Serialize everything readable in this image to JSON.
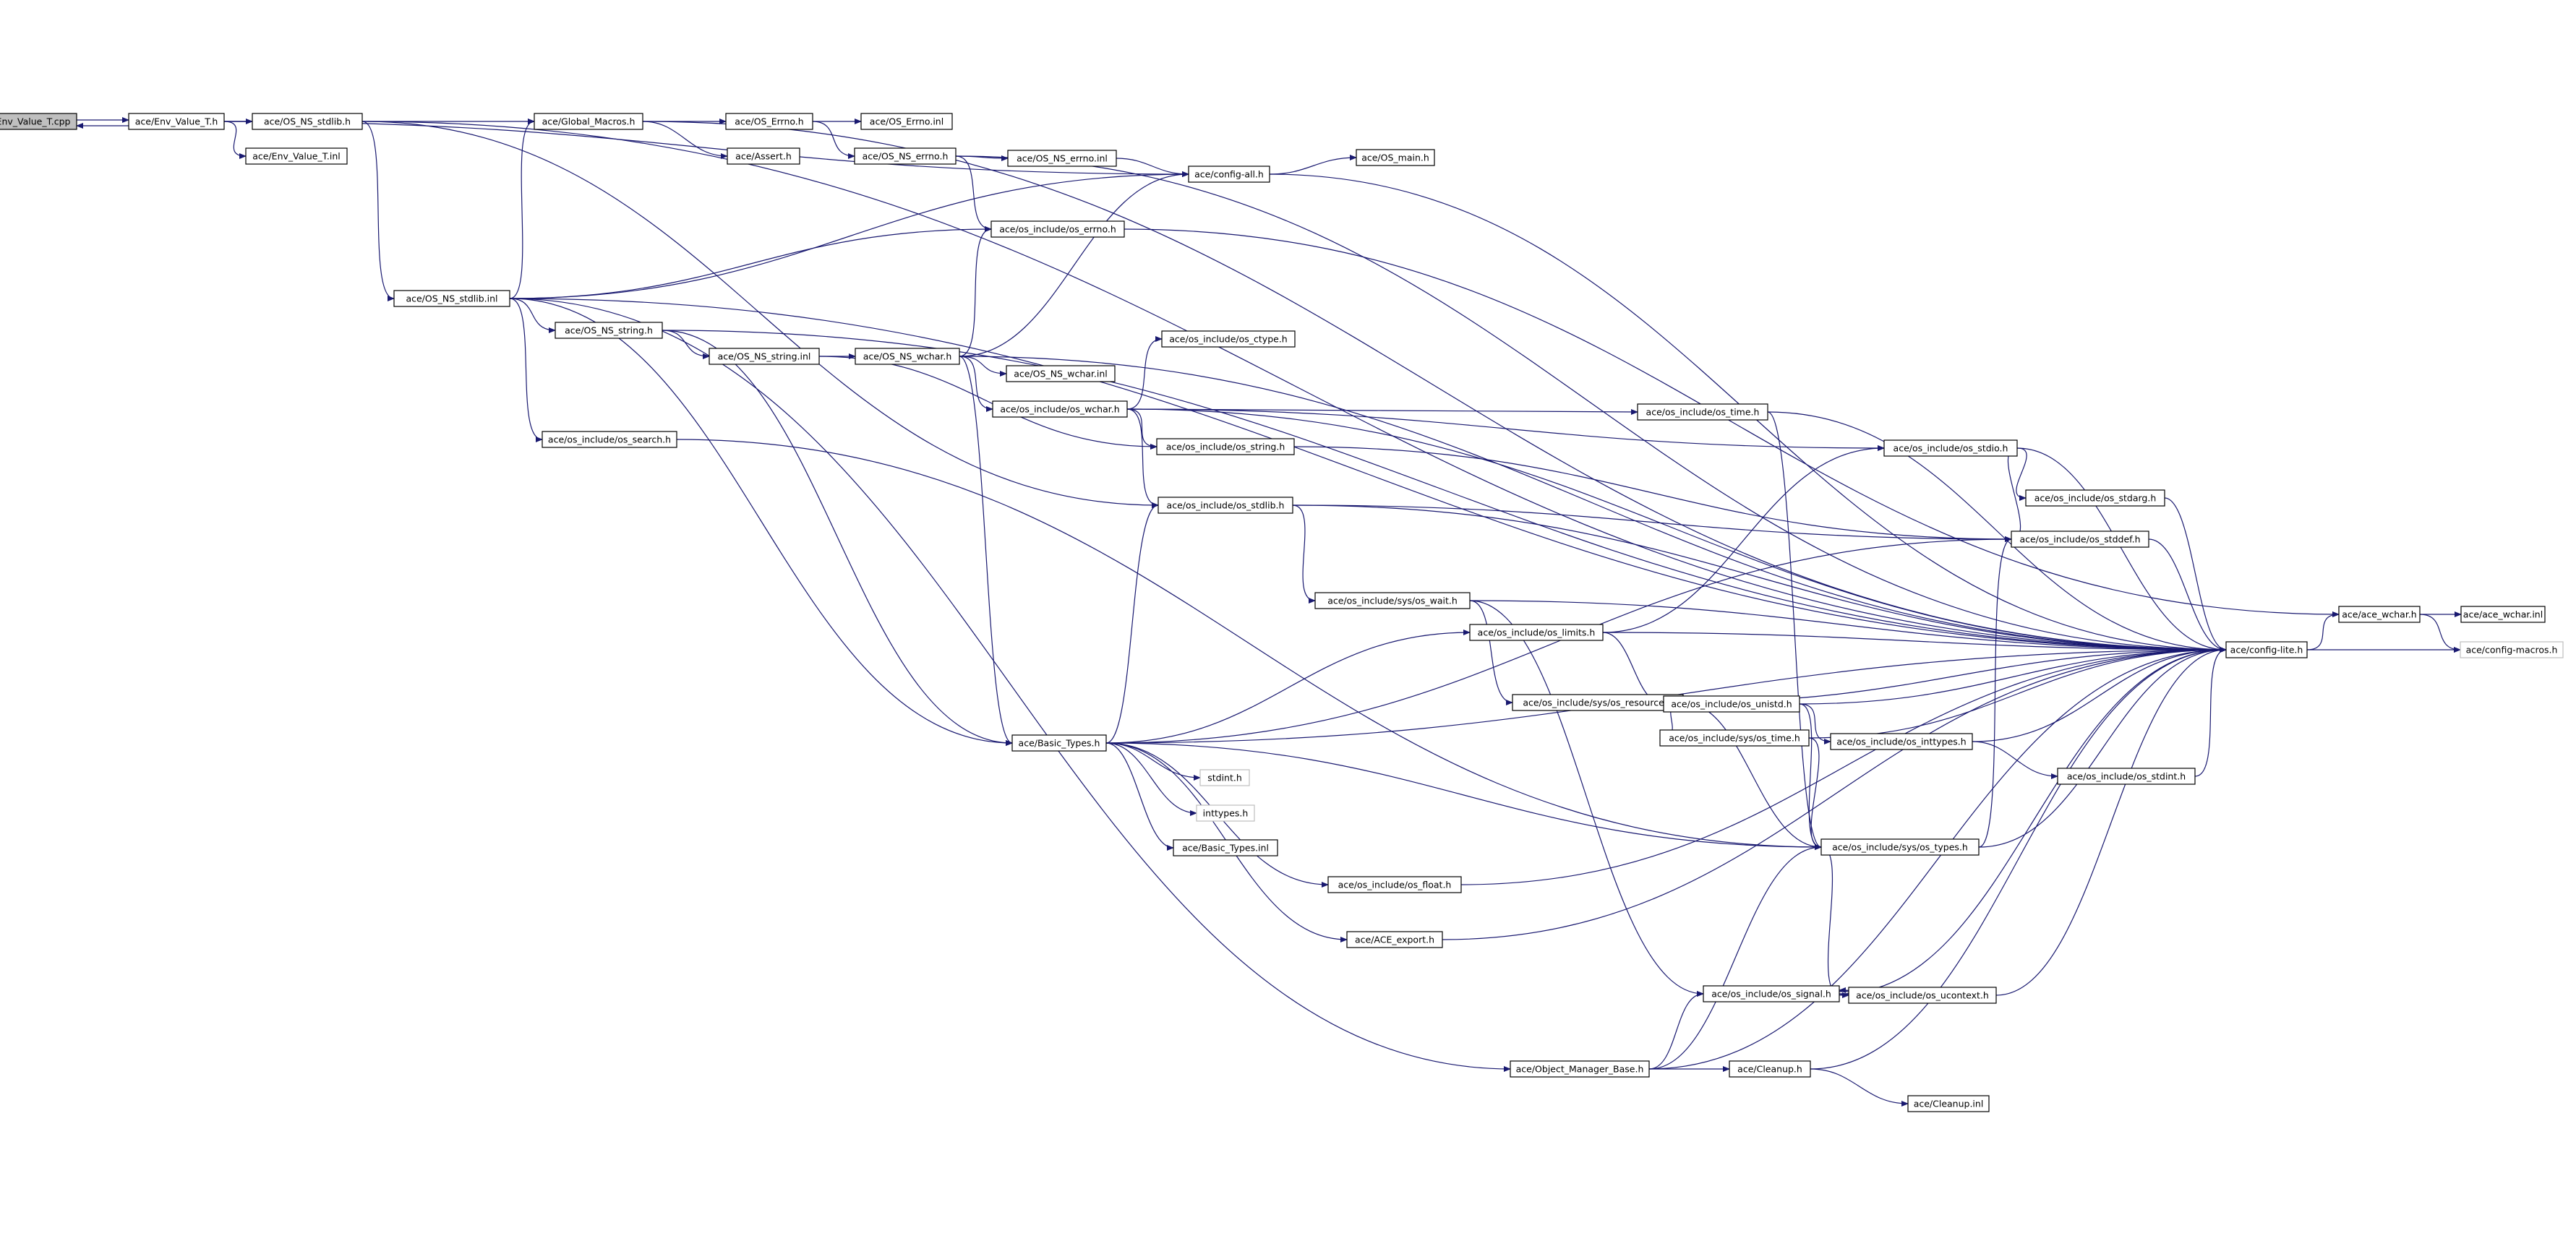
{
  "graph": {
    "title": "",
    "edge_color": "#191970",
    "root_fill": "#bfbfbf",
    "external_border": "#bfbfbf",
    "nodes": [
      {
        "id": "root",
        "label": "Env_Value_T.cpp",
        "style": "root"
      },
      {
        "id": "env_value_t_h",
        "label": "ace/Env_Value_T.h"
      },
      {
        "id": "env_value_t_inl",
        "label": "ace/Env_Value_T.inl"
      },
      {
        "id": "os_ns_stdlib_h",
        "label": "ace/OS_NS_stdlib.h"
      },
      {
        "id": "os_ns_stdlib_inl",
        "label": "ace/OS_NS_stdlib.inl"
      },
      {
        "id": "global_macros_h",
        "label": "ace/Global_Macros.h"
      },
      {
        "id": "os_errno_h",
        "label": "ace/OS_Errno.h"
      },
      {
        "id": "os_errno_inl",
        "label": "ace/OS_Errno.inl"
      },
      {
        "id": "assert_h",
        "label": "ace/Assert.h"
      },
      {
        "id": "os_ns_errno_h",
        "label": "ace/OS_NS_errno.h"
      },
      {
        "id": "os_ns_errno_inl",
        "label": "ace/OS_NS_errno.inl"
      },
      {
        "id": "config_all_h",
        "label": "ace/config-all.h"
      },
      {
        "id": "os_main_h",
        "label": "ace/OS_main.h"
      },
      {
        "id": "os_include_os_errno_h",
        "label": "ace/os_include/os_errno.h"
      },
      {
        "id": "os_ns_string_h",
        "label": "ace/OS_NS_string.h"
      },
      {
        "id": "os_ns_string_inl",
        "label": "ace/OS_NS_string.inl"
      },
      {
        "id": "os_ns_wchar_h",
        "label": "ace/OS_NS_wchar.h"
      },
      {
        "id": "os_ns_wchar_inl",
        "label": "ace/OS_NS_wchar.inl"
      },
      {
        "id": "os_include_os_ctype_h",
        "label": "ace/os_include/os_ctype.h"
      },
      {
        "id": "os_include_os_wchar_h",
        "label": "ace/os_include/os_wchar.h"
      },
      {
        "id": "os_include_os_search_h",
        "label": "ace/os_include/os_search.h"
      },
      {
        "id": "os_include_os_string_h",
        "label": "ace/os_include/os_string.h"
      },
      {
        "id": "os_include_os_stdlib_h",
        "label": "ace/os_include/os_stdlib.h"
      },
      {
        "id": "os_include_os_time_h",
        "label": "ace/os_include/os_time.h"
      },
      {
        "id": "os_include_os_stdio_h",
        "label": "ace/os_include/os_stdio.h"
      },
      {
        "id": "os_include_os_stdarg_h",
        "label": "ace/os_include/os_stdarg.h"
      },
      {
        "id": "os_include_os_stddef_h",
        "label": "ace/os_include/os_stddef.h"
      },
      {
        "id": "os_include_sys_os_wait_h",
        "label": "ace/os_include/sys/os_wait.h"
      },
      {
        "id": "os_include_os_limits_h",
        "label": "ace/os_include/os_limits.h"
      },
      {
        "id": "config_lite_h",
        "label": "ace/config-lite.h"
      },
      {
        "id": "ace_wchar_h",
        "label": "ace/ace_wchar.h"
      },
      {
        "id": "ace_wchar_inl",
        "label": "ace/ace_wchar.inl"
      },
      {
        "id": "config_macros_h",
        "label": "ace/config-macros.h",
        "style": "external"
      },
      {
        "id": "os_include_sys_os_resource_h",
        "label": "ace/os_include/sys/os_resource.h"
      },
      {
        "id": "os_include_os_unistd_h",
        "label": "ace/os_include/os_unistd.h"
      },
      {
        "id": "os_include_os_inttypes_h",
        "label": "ace/os_include/os_inttypes.h"
      },
      {
        "id": "os_include_sys_os_time_h",
        "label": "ace/os_include/sys/os_time.h"
      },
      {
        "id": "os_include_os_stdint_h",
        "label": "ace/os_include/os_stdint.h"
      },
      {
        "id": "basic_types_h",
        "label": "ace/Basic_Types.h"
      },
      {
        "id": "stdint_h",
        "label": "stdint.h",
        "style": "external"
      },
      {
        "id": "inttypes_h",
        "label": "inttypes.h",
        "style": "external"
      },
      {
        "id": "basic_types_inl",
        "label": "ace/Basic_Types.inl"
      },
      {
        "id": "os_include_sys_os_types_h",
        "label": "ace/os_include/sys/os_types.h"
      },
      {
        "id": "os_include_os_float_h",
        "label": "ace/os_include/os_float.h"
      },
      {
        "id": "ace_export_h",
        "label": "ace/ACE_export.h"
      },
      {
        "id": "os_include_os_signal_h",
        "label": "ace/os_include/os_signal.h"
      },
      {
        "id": "os_include_os_ucontext_h",
        "label": "ace/os_include/os_ucontext.h"
      },
      {
        "id": "object_manager_base_h",
        "label": "ace/Object_Manager_Base.h"
      },
      {
        "id": "cleanup_h",
        "label": "ace/Cleanup.h"
      },
      {
        "id": "cleanup_inl",
        "label": "ace/Cleanup.inl"
      }
    ],
    "edges": [
      [
        "root",
        "env_value_t_h"
      ],
      [
        "env_value_t_h",
        "root"
      ],
      [
        "env_value_t_h",
        "os_ns_stdlib_h"
      ],
      [
        "env_value_t_h",
        "env_value_t_inl"
      ],
      [
        "env_value_t_h",
        "global_macros_h"
      ],
      [
        "env_value_t_h",
        "config_all_h"
      ],
      [
        "os_ns_stdlib_h",
        "os_ns_stdlib_inl"
      ],
      [
        "os_ns_stdlib_h",
        "os_include_os_stdlib_h"
      ],
      [
        "os_ns_stdlib_h",
        "config_lite_h"
      ],
      [
        "global_macros_h",
        "os_errno_h"
      ],
      [
        "global_macros_h",
        "assert_h"
      ],
      [
        "global_macros_h",
        "config_lite_h"
      ],
      [
        "os_errno_h",
        "os_errno_inl"
      ],
      [
        "os_errno_h",
        "os_ns_errno_h"
      ],
      [
        "os_ns_errno_h",
        "os_ns_errno_inl"
      ],
      [
        "os_ns_errno_h",
        "os_include_os_errno_h"
      ],
      [
        "os_ns_errno_h",
        "config_lite_h"
      ],
      [
        "os_ns_errno_inl",
        "config_all_h"
      ],
      [
        "config_all_h",
        "os_main_h"
      ],
      [
        "config_all_h",
        "config_lite_h"
      ],
      [
        "os_include_os_errno_h",
        "ace_wchar_h"
      ],
      [
        "os_ns_stdlib_inl",
        "global_macros_h"
      ],
      [
        "os_ns_stdlib_inl",
        "config_all_h"
      ],
      [
        "os_ns_stdlib_inl",
        "os_include_os_errno_h"
      ],
      [
        "os_ns_stdlib_inl",
        "os_ns_string_h"
      ],
      [
        "os_ns_stdlib_inl",
        "os_include_os_search_h"
      ],
      [
        "os_ns_stdlib_inl",
        "basic_types_h"
      ],
      [
        "os_ns_stdlib_inl",
        "object_manager_base_h"
      ],
      [
        "os_ns_stdlib_inl",
        "config_lite_h"
      ],
      [
        "os_ns_string_h",
        "os_ns_string_inl"
      ],
      [
        "os_ns_string_h",
        "basic_types_h"
      ],
      [
        "os_ns_string_h",
        "config_lite_h"
      ],
      [
        "os_ns_string_inl",
        "os_ns_wchar_h"
      ],
      [
        "os_ns_string_inl",
        "os_include_os_string_h"
      ],
      [
        "os_ns_wchar_h",
        "os_ns_wchar_inl"
      ],
      [
        "os_ns_wchar_h",
        "os_include_os_wchar_h"
      ],
      [
        "os_ns_wchar_h",
        "config_all_h"
      ],
      [
        "os_ns_wchar_h",
        "os_include_os_errno_h"
      ],
      [
        "os_ns_wchar_h",
        "basic_types_h"
      ],
      [
        "os_ns_wchar_h",
        "config_lite_h"
      ],
      [
        "os_include_os_wchar_h",
        "os_include_os_ctype_h"
      ],
      [
        "os_include_os_wchar_h",
        "os_include_os_stdio_h"
      ],
      [
        "os_include_os_wchar_h",
        "os_include_os_time_h"
      ],
      [
        "os_include_os_wchar_h",
        "os_include_os_string_h"
      ],
      [
        "os_include_os_wchar_h",
        "os_include_os_stdlib_h"
      ],
      [
        "os_include_os_wchar_h",
        "config_lite_h"
      ],
      [
        "os_include_os_search_h",
        "os_include_sys_os_types_h"
      ],
      [
        "os_include_os_string_h",
        "os_include_os_stddef_h"
      ],
      [
        "os_include_os_stdlib_h",
        "os_include_os_stddef_h"
      ],
      [
        "os_include_os_stdlib_h",
        "os_include_sys_os_wait_h"
      ],
      [
        "os_include_os_stdlib_h",
        "config_lite_h"
      ],
      [
        "os_include_os_time_h",
        "os_include_sys_os_types_h"
      ],
      [
        "os_include_os_time_h",
        "config_lite_h"
      ],
      [
        "os_include_os_stdio_h",
        "os_include_os_stdarg_h"
      ],
      [
        "os_include_os_stdio_h",
        "os_include_os_stddef_h"
      ],
      [
        "os_include_os_stdio_h",
        "config_lite_h"
      ],
      [
        "os_include_os_stdarg_h",
        "config_lite_h"
      ],
      [
        "os_include_os_stddef_h",
        "config_lite_h"
      ],
      [
        "os_include_sys_os_wait_h",
        "os_include_sys_os_resource_h"
      ],
      [
        "os_include_sys_os_wait_h",
        "os_include_os_signal_h"
      ],
      [
        "os_include_sys_os_wait_h",
        "config_lite_h"
      ],
      [
        "os_include_os_limits_h",
        "os_include_os_stdio_h"
      ],
      [
        "os_include_os_limits_h",
        "os_include_os_unistd_h"
      ],
      [
        "os_include_os_limits_h",
        "config_lite_h"
      ],
      [
        "config_lite_h",
        "ace_wchar_h"
      ],
      [
        "config_lite_h",
        "config_macros_h"
      ],
      [
        "ace_wchar_h",
        "ace_wchar_inl"
      ],
      [
        "ace_wchar_h",
        "config_macros_h"
      ],
      [
        "os_include_sys_os_resource_h",
        "os_include_sys_os_time_h"
      ],
      [
        "os_include_sys_os_resource_h",
        "os_include_sys_os_types_h"
      ],
      [
        "os_include_sys_os_resource_h",
        "config_lite_h"
      ],
      [
        "os_include_os_unistd_h",
        "os_include_os_inttypes_h"
      ],
      [
        "os_include_os_unistd_h",
        "os_include_sys_os_types_h"
      ],
      [
        "os_include_os_unistd_h",
        "config_lite_h"
      ],
      [
        "os_include_os_inttypes_h",
        "os_include_os_stdint_h"
      ],
      [
        "os_include_os_inttypes_h",
        "config_lite_h"
      ],
      [
        "os_include_os_stdint_h",
        "config_lite_h"
      ],
      [
        "os_include_sys_os_time_h",
        "os_include_sys_os_types_h"
      ],
      [
        "os_include_sys_os_time_h",
        "config_lite_h"
      ],
      [
        "os_include_sys_os_types_h",
        "os_include_os_stddef_h"
      ],
      [
        "os_include_sys_os_types_h",
        "config_lite_h"
      ],
      [
        "basic_types_h",
        "stdint_h"
      ],
      [
        "basic_types_h",
        "inttypes_h"
      ],
      [
        "basic_types_h",
        "basic_types_inl"
      ],
      [
        "basic_types_h",
        "os_include_os_limits_h"
      ],
      [
        "basic_types_h",
        "os_include_os_stdlib_h"
      ],
      [
        "basic_types_h",
        "os_include_os_float_h"
      ],
      [
        "basic_types_h",
        "ace_export_h"
      ],
      [
        "basic_types_h",
        "os_include_sys_os_types_h"
      ],
      [
        "basic_types_h",
        "os_include_os_stddef_h"
      ],
      [
        "basic_types_h",
        "config_lite_h"
      ],
      [
        "os_include_os_float_h",
        "config_lite_h"
      ],
      [
        "ace_export_h",
        "config_lite_h"
      ],
      [
        "os_include_os_signal_h",
        "os_include_os_ucontext_h"
      ],
      [
        "os_include_os_signal_h",
        "os_include_sys_os_types_h"
      ],
      [
        "os_include_os_signal_h",
        "config_lite_h"
      ],
      [
        "os_include_os_ucontext_h",
        "os_include_os_signal_h"
      ],
      [
        "os_include_os_ucontext_h",
        "config_lite_h"
      ],
      [
        "object_manager_base_h",
        "cleanup_h"
      ],
      [
        "object_manager_base_h",
        "os_include_os_signal_h"
      ],
      [
        "object_manager_base_h",
        "os_include_sys_os_types_h"
      ],
      [
        "object_manager_base_h",
        "config_lite_h"
      ],
      [
        "cleanup_h",
        "cleanup_inl"
      ],
      [
        "cleanup_h",
        "config_lite_h"
      ]
    ]
  }
}
